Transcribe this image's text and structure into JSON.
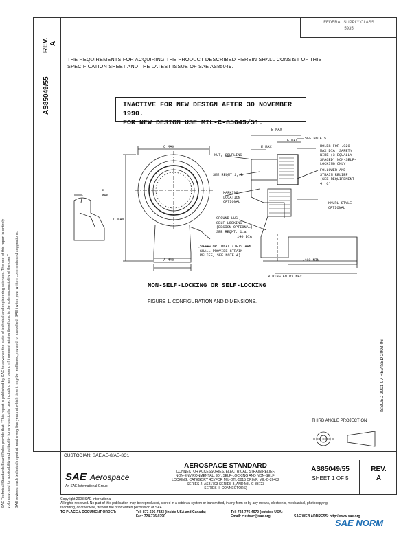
{
  "header": {
    "rev_label": "REV.",
    "rev_value": "A",
    "doc_number": "AS85049/55",
    "top_right_line1": "FEDERAL SUPPLY CLASS",
    "top_right_line2": "5935"
  },
  "body": {
    "requirements_line1": "THE REQUIREMENTS FOR ACQUIRING THE PRODUCT DESCRIBED HEREIN SHALL CONSIST OF THIS",
    "requirements_line2": "SPECIFICATION SHEET AND THE LATEST ISSUE OF SAE AS85049.",
    "inactive_line1": "INACTIVE FOR NEW DESIGN AFTER 30 NOVEMBER 1990.",
    "inactive_line2": "FOR NEW DESIGN USE MIL-C-85049/51."
  },
  "drawing_labels": {
    "b_max": "B MAX",
    "see_note_5": "SEE NOTE 5",
    "f_max_top": "F MAX",
    "e_max": "E MAX",
    "c_max": "C MAX",
    "nut_coupling": "NUT, COUPLING",
    "holes": "HOLES FOR .020\nMAX DIA. SAFETY\nWIRE (3 EQUALLY\nSPACED) NON-SELF-\nLOCKING ONLY",
    "follower": "FOLLOWER AND\nSTRAIN RELIEF\n(SEE REQUIREMENT\n4, C)",
    "see_reqmt": "SEE REQMT 1, B",
    "marking": "MARKING\nLOCATION\nOPTIONAL",
    "knurl": "KNURL STYLE\nOPTIONAL",
    "ground_lug": "GROUND LUG\nSELF-LOCKING\n(DESIGN OPTIONAL)\nSEE REQMT. 1.a",
    "dia": ".140 DIA",
    "f_max_left": "F\nMAX.",
    "d_max": "D MAX",
    "shape_optional": "SHAPE OPTIONAL (THIS ARM\nSHALL PROVIDE STRAIN\nRELIEF, SEE NOTE 4)",
    "a_max": "A MAX",
    "dim_410": ".410 MIN",
    "wiring_entry": "WIRING ENTRY MAX"
  },
  "figure": {
    "mode_caption": "NON-SELF-LOCKING OR SELF-LOCKING",
    "caption": "FIGURE 1.  CONFIGURATION AND DIMENSIONS."
  },
  "side_text": {
    "left_notice_1": "SAE Technical Standards Board Rules provide that: \"This report is published by SAE to advance the state of technical and engineering sciences. The use of this report is entirely",
    "left_notice_2": "voluntary, and its applicability and suitability for any particular use, including any patent infringement arising therefrom, is the sole responsibility of the user.\"",
    "left_notice_3": "SAE reviews each technical report at least every five years at which time it may be reaffirmed, revised, or cancelled. SAE invites your written comments and suggestions.",
    "issued_revised": "ISSUED 2001-07     REVISED 2003-06"
  },
  "third_angle": {
    "label": "THIRD ANGLE PROJECTION"
  },
  "title_block": {
    "custodian": "CUSTODIAN:  SAE AE-8/AE-8C1",
    "logo_sae": "SAE",
    "logo_aerospace": "Aerospace",
    "logo_subtitle": "An SAE International Group",
    "standard_title": "AEROSPACE STANDARD",
    "desc_line1": "CONNECTOR ACCESSORIES, ELECTRICAL, STRAIN RELIEF,",
    "desc_line2": "NON-ENVIRONMENTAL, 90°, SELF-LOCKING AND NON-SELF-",
    "desc_line3": "LOCKING, CATEGORY 4C (FOR MIL-DTL-5015 CRIMP, MIL-C-26482",
    "desc_line4": "SERIES 2, AS81703 SERIES 3, AND MIL-C-83723",
    "desc_line5": "SERIES III CONNECTORS)",
    "doc_number": "AS85049/55",
    "sheet": "SHEET 1 OF 5",
    "rev_label": "REV.",
    "rev_value": "A"
  },
  "footer": {
    "copyright": "Copyright 2003 SAE International",
    "rights": "All rights reserved. No part of this publication may be reproduced, stored in a retrieval system or transmitted, in any form or by any means, electronic, mechanical, photocopying,",
    "rights2": "recording, or otherwise, without the prior written permission of SAE.",
    "order_label": "TO PLACE A DOCUMENT ORDER:",
    "tel1": "Tel:  877-606-7323 (inside USA and Canada)",
    "tel2": "Tel:  724-776-4970 (outside USA)",
    "fax": "Fax:  724-776-0790",
    "email": "Email: custsvc@sae.org",
    "web": "SAE WEB ADDRESS:  http://www.sae.org",
    "watermark": "SAE NORM"
  }
}
